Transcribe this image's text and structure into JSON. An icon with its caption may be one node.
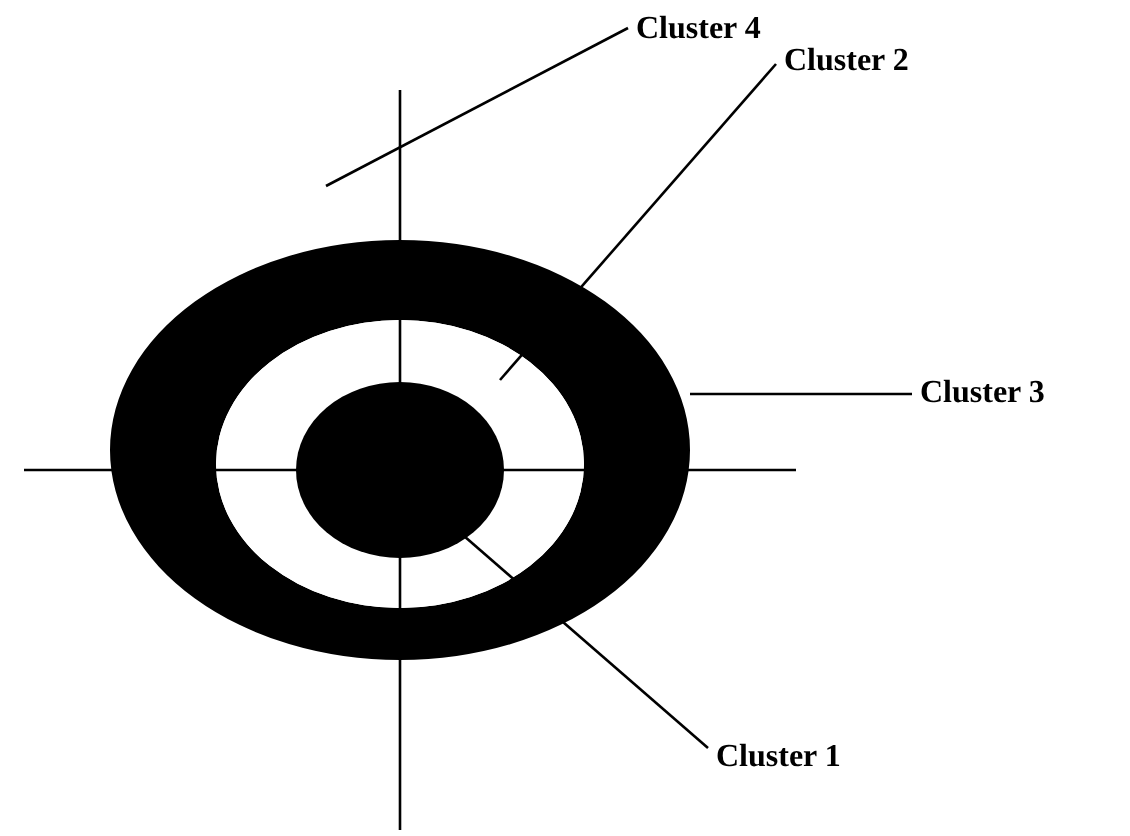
{
  "diagram": {
    "nodes": [
      {
        "text": [],
        "shape": "ring"
      },
      {
        "text": [],
        "shape": "ring",
        "in": 0
      },
      {
        "text": [],
        "shape": "ellipse",
        "in": 1
      },
      {
        "text": [
          "Cluster 4"
        ]
      },
      {
        "text": [
          "Cluster 2"
        ]
      },
      {
        "text": [
          "Cluster 3"
        ]
      },
      {
        "text": [
          "Cluster 1"
        ]
      }
    ],
    "edges": [
      {
        "from": 3,
        "to": null,
        "arrow": "none"
      },
      {
        "from": 4,
        "to": 1,
        "arrow": "none"
      },
      {
        "from": 5,
        "to": 0,
        "arrow": "none"
      },
      {
        "from": 6,
        "to": 2,
        "arrow": "none"
      }
    ]
  }
}
